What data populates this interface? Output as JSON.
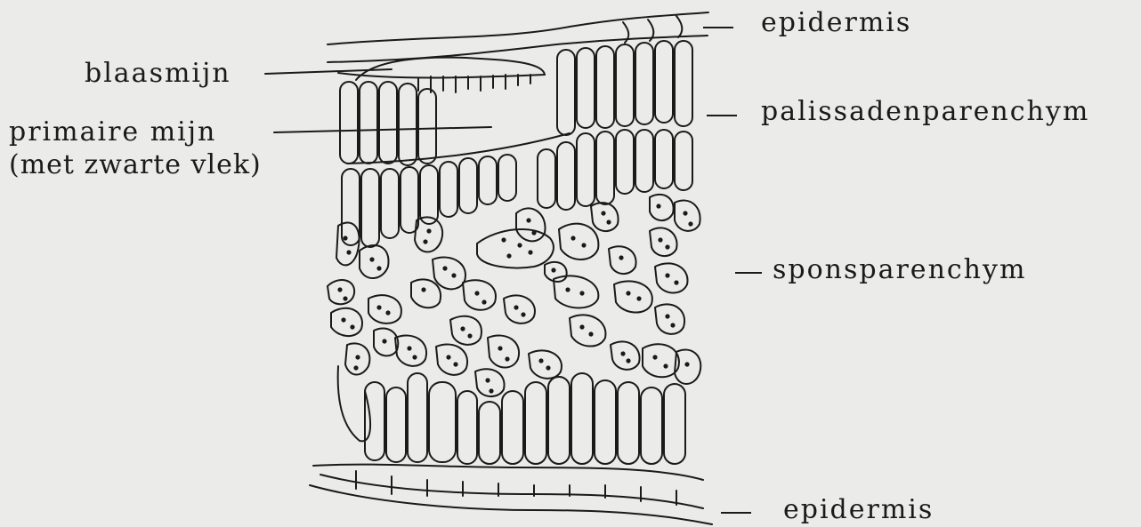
{
  "labels": {
    "epidermis_top": "epidermis",
    "blaasmijn": "blaasmijn",
    "primaire_mijn_line1": "primaire mijn",
    "primaire_mijn_line2": "(met zwarte vlek)",
    "palissadenparenchym": "palissadenparenchym",
    "sponsparenchym": "sponsparenchym",
    "epidermis_bottom": "epidermis"
  },
  "colors": {
    "background": "#ebebe9",
    "ink": "#1a1a1a"
  }
}
